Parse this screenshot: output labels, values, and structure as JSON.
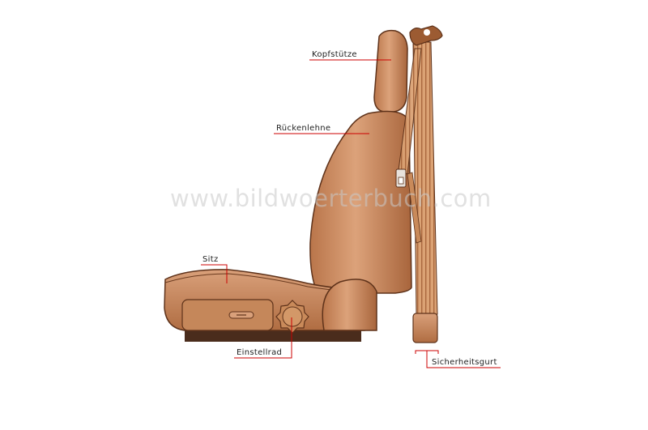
{
  "diagram": {
    "subject": "car seat",
    "watermark": "www.bildwoerterbuch.com",
    "leader_color": "#cc0000",
    "colors": {
      "leather": "#c98a5a",
      "leather_dark": "#7a4220",
      "belt": "#d59a66",
      "base": "#4a2c1c"
    },
    "labels": [
      {
        "id": "kopfstuetze",
        "text": "Kopfstütze"
      },
      {
        "id": "rueckenlehne",
        "text": "Rückenlehne"
      },
      {
        "id": "sitz",
        "text": "Sitz"
      },
      {
        "id": "einstellrad",
        "text": "Einstellrad"
      },
      {
        "id": "sicherheitsgurt",
        "text": "Sicherheitsgurt"
      }
    ]
  }
}
